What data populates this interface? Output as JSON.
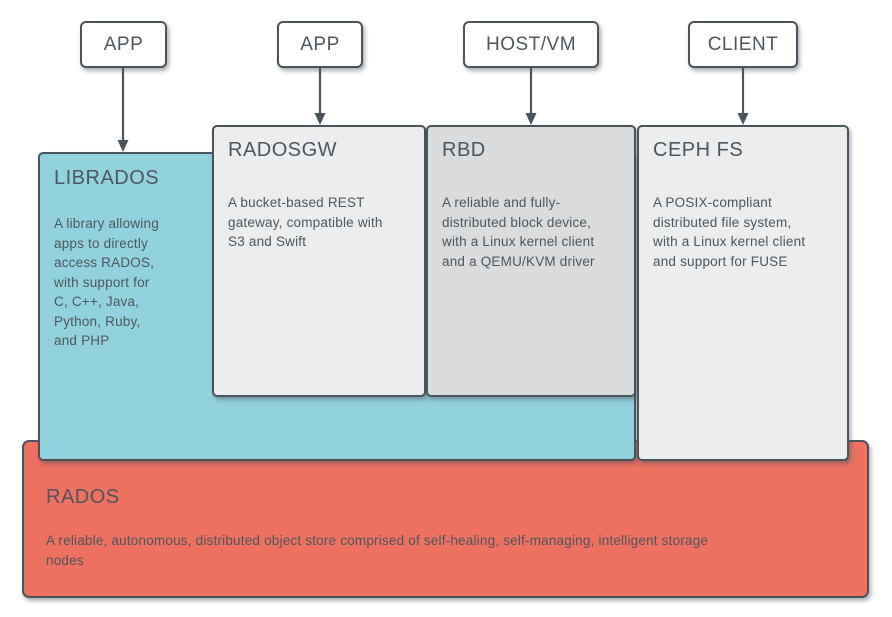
{
  "colors": {
    "teal": "#92D2DE",
    "salmon": "#EE7161",
    "panel_light": "#EBEDEE",
    "panel_mid": "#D9DBDC",
    "border": "#49545B",
    "text": "#4D565C"
  },
  "top_nodes": [
    {
      "label": "APP"
    },
    {
      "label": "APP"
    },
    {
      "label": "HOST/VM"
    },
    {
      "label": "CLIENT"
    }
  ],
  "layers": {
    "librados": {
      "title": "LIBRADOS",
      "description": "A library allowing\napps to directly\naccess RADOS,\nwith support for\nC, C++, Java,\nPython, Ruby,\nand PHP"
    },
    "radosgw": {
      "title": "RADOSGW",
      "description": "A bucket-based REST\ngateway, compatible with\nS3 and Swift"
    },
    "rbd": {
      "title": "RBD",
      "description": "A reliable and fully-\ndistributed block device,\nwith a Linux kernel client\nand a QEMU/KVM driver"
    },
    "cephfs": {
      "title": "CEPH FS",
      "description": "A POSIX-compliant\ndistributed file system,\nwith a Linux kernel client\nand support for FUSE"
    },
    "rados": {
      "title": "RADOS",
      "description": "A reliable, autonomous, distributed object store comprised of self-healing, self-managing, intelligent storage\nnodes"
    }
  }
}
